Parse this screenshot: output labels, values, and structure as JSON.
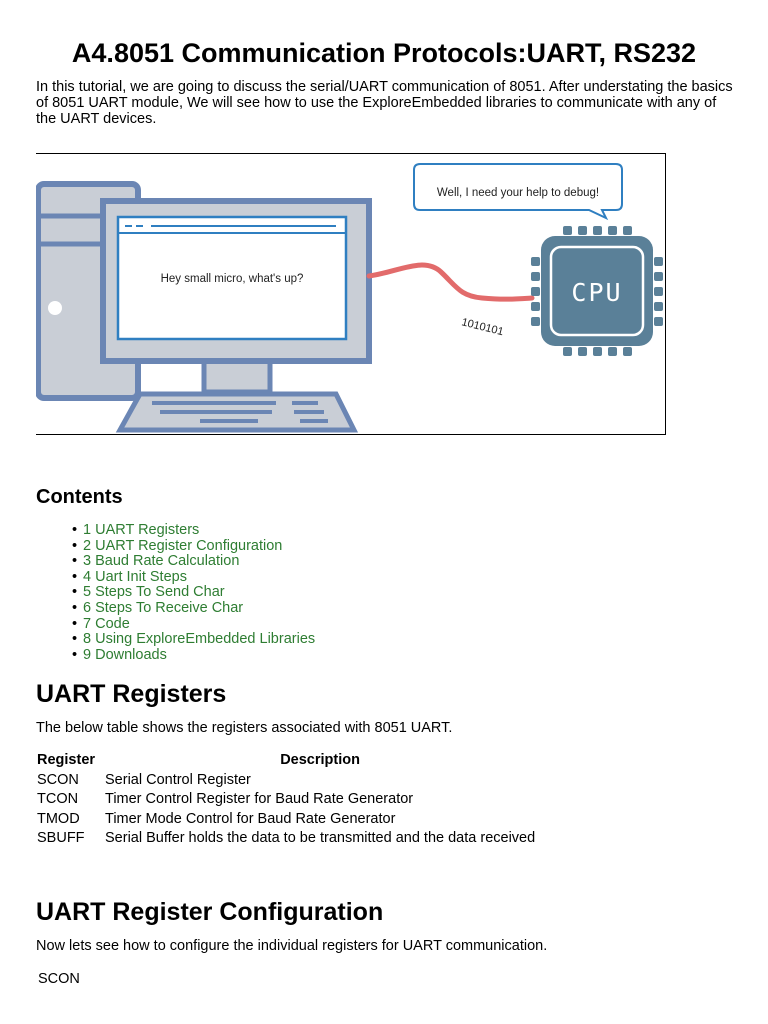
{
  "doc": {
    "title": "A4.8051 Communication Protocols:UART, RS232",
    "intro": "In this tutorial, we are going to discuss the serial/UART communication of 8051. After understating the basics of 8051 UART module, We will see how to use the ExploreEmbedded libraries to communicate with any of the UART devices."
  },
  "figure": {
    "screen_text": "Hey small micro, what's up?",
    "bubble_text": "Well, I need your help to debug!",
    "chip_label": "CPU",
    "bits_label": "1010101"
  },
  "contents": {
    "heading": "Contents",
    "items": [
      "1 UART Registers",
      "2 UART Register Configuration",
      "3 Baud Rate Calculation",
      "4 Uart Init Steps",
      "5 Steps To Send Char",
      "6 Steps To Receive Char",
      "7 Code",
      "8 Using ExploreEmbedded Libraries",
      "9 Downloads"
    ],
    "link_color": "#2e7d32"
  },
  "uart_registers": {
    "heading": "UART Registers",
    "text": "The below table shows the registers associated with 8051 UART.",
    "columns": [
      "Register",
      "Description"
    ],
    "rows": [
      [
        "SCON",
        "Serial Control Register"
      ],
      [
        "TCON",
        "Timer Control Register for Baud Rate Generator"
      ],
      [
        "TMOD",
        "Timer Mode Control for Baud Rate Generator"
      ],
      [
        "SBUFF",
        "Serial Buffer holds the data to be transmitted and the data received"
      ]
    ]
  },
  "uart_config": {
    "heading": "UART Register Configuration",
    "text": "Now lets see how to configure the individual registers for UART communication.",
    "sub": "SCON"
  }
}
